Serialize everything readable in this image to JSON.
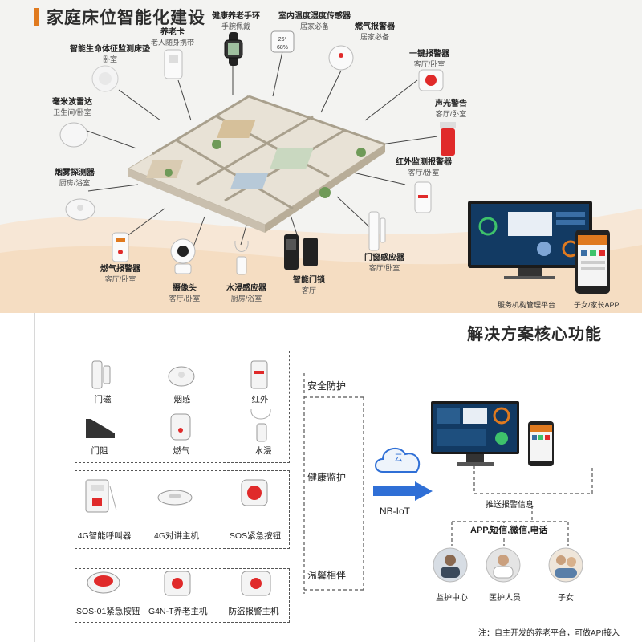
{
  "top": {
    "title": "家庭床位智能化建设",
    "devices": {
      "bed_pad": {
        "name": "智能生命体征监测床垫",
        "sub": "卧室"
      },
      "elder_card": {
        "name": "养老卡",
        "sub": "老人随身携带"
      },
      "health_band": {
        "name": "健康养老手环",
        "sub": "手腕佩戴"
      },
      "temp_sensor": {
        "name": "室内温度湿度传感器",
        "sub": "居家必备"
      },
      "gas_alarm_top": {
        "name": "燃气报警器",
        "sub": "居家必备"
      },
      "sos_button": {
        "name": "一键报警器",
        "sub": "客厅/卧室"
      },
      "radar": {
        "name": "毫米波雷达",
        "sub": "卫生间/卧室"
      },
      "sound_light": {
        "name": "声光警告",
        "sub": "客厅/卧室"
      },
      "smoke": {
        "name": "烟雾探测器",
        "sub": "厨房/浴室"
      },
      "infrared": {
        "name": "红外监测报警器",
        "sub": "客厅/卧室"
      },
      "gas_alarm_left": {
        "name": "燃气报警器",
        "sub": "客厅/卧室"
      },
      "camera": {
        "name": "摄像头",
        "sub": "客厅/卧室"
      },
      "water": {
        "name": "水浸感应器",
        "sub": "厨房/浴室"
      },
      "door_lock": {
        "name": "智能门锁",
        "sub": "客厅"
      },
      "door_window": {
        "name": "门窗感应器",
        "sub": "客厅/卧室"
      }
    },
    "platform_caption": "服务机构管理平台",
    "app_caption": "子女/家长APP"
  },
  "bottom": {
    "title": "解决方案核心功能",
    "categories": [
      "安全防护",
      "健康监护",
      "温馨相伴"
    ],
    "safety_items": [
      "门磁",
      "烟感",
      "红外",
      "门阻",
      "燃气",
      "水浸"
    ],
    "health_items": [
      "4G智能呼叫器",
      "4G对讲主机",
      "SOS紧急按钮"
    ],
    "warm_items": [
      "SOS-01紧急按钮",
      "G4N-T养老主机",
      "防盗报警主机"
    ],
    "cloud_label": "云",
    "nbiot_label": "NB-IoT",
    "push_label": "推送报警信息",
    "channels_label": "APP,短信,微信,电话",
    "receivers": [
      "监护中心",
      "医护人员",
      "子女"
    ],
    "footnote": "注：自主开发的养老平台，可做API接入"
  },
  "colors": {
    "accent": "#e07a1f",
    "alert_red": "#e02a2a",
    "arrow_blue": "#2f6fd6",
    "screen_dark": "#123a63"
  }
}
